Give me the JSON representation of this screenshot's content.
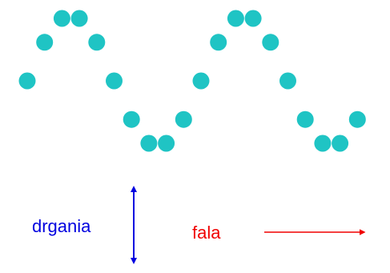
{
  "wave": {
    "particle_count": 20,
    "periods": 2,
    "particle_color": "#1fc4c4"
  },
  "labels": {
    "oscillation": "drgania",
    "wave": "fala"
  },
  "colors": {
    "oscillation": "#0000e0",
    "wave": "#f00000"
  },
  "icons": {
    "oscillation_arrow": "double-headed-vertical-arrow",
    "wave_arrow": "right-arrow"
  }
}
